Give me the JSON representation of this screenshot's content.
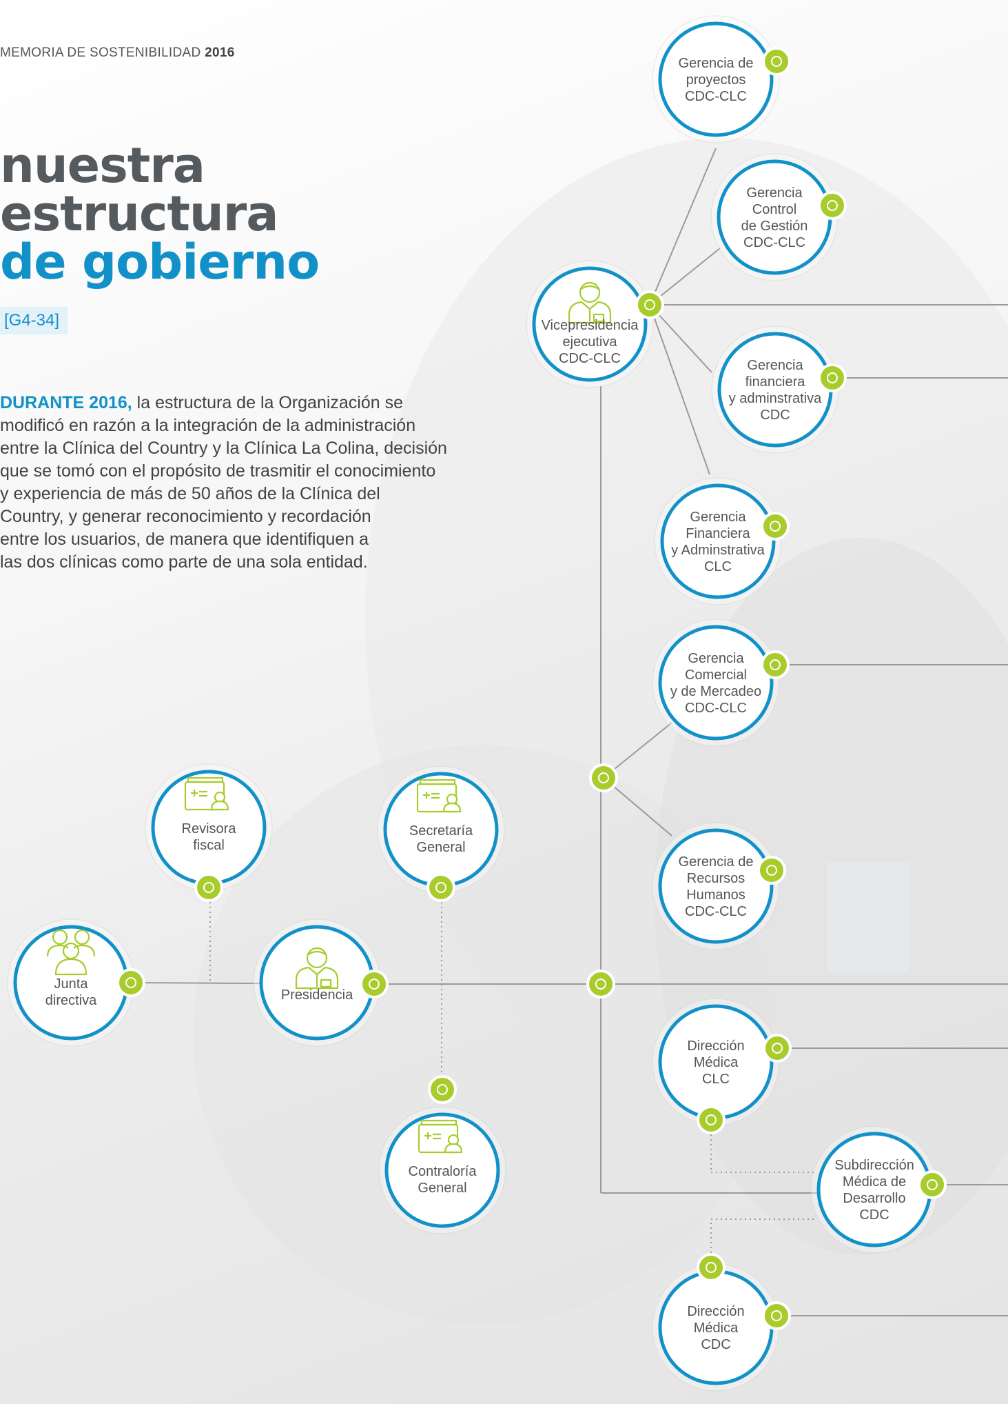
{
  "header": {
    "prefix": "MEMORIA DE SOSTENIBILIDAD",
    "year": "2016"
  },
  "title": {
    "line1": "nuestra",
    "line2": "estructura",
    "line3": "de gobierno"
  },
  "tag": "[G4-34]",
  "intro": {
    "lead": "DURANTE 2016,",
    "lines": [
      " la estructura de la Organización se",
      "modificó en razón a la integración de la administración",
      "entre la Clínica del Country y la Clínica La Colina, decisión",
      "que se tomó con el propósito de trasmitir el conocimiento",
      "y experiencia de más de 50 años de la Clínica del",
      "Country, y generar reconocimiento y recordación",
      "entre los usuarios, de manera que identifiquen a",
      "las dos clínicas como parte de una sola entidad."
    ]
  },
  "colors": {
    "blue": "#1291c9",
    "green": "#a7cc2c",
    "line": "#9a9a9a",
    "text": "#555555"
  },
  "nodes": [
    {
      "id": "gerencia-proyectos",
      "lines": [
        "Gerencia de",
        "proyectos",
        "CDC-CLC"
      ],
      "icon": ""
    },
    {
      "id": "gerencia-control-gestion",
      "lines": [
        "Gerencia",
        "Control",
        "de Gestión",
        "CDC-CLC"
      ],
      "icon": ""
    },
    {
      "id": "vicepresidencia",
      "lines": [
        "Vicepresidencia",
        "ejecutiva",
        "CDC-CLC"
      ],
      "icon": "executive-person-icon"
    },
    {
      "id": "gerencia-financiera-cdc",
      "lines": [
        "Gerencia",
        "financiera",
        "y adminstrativa",
        "CDC"
      ],
      "icon": ""
    },
    {
      "id": "gerencia-financiera-clc",
      "lines": [
        "Gerencia",
        "Financiera",
        "y Adminstrativa",
        "CLC"
      ],
      "icon": ""
    },
    {
      "id": "gerencia-comercial",
      "lines": [
        "Gerencia",
        "Comercial",
        "y de Mercadeo",
        "CDC-CLC"
      ],
      "icon": ""
    },
    {
      "id": "revisora-fiscal",
      "lines": [
        "Revisora",
        "fiscal"
      ],
      "icon": "documents-person-icon"
    },
    {
      "id": "secretaria-general",
      "lines": [
        "Secretaría",
        "General"
      ],
      "icon": "documents-person-icon"
    },
    {
      "id": "gerencia-rrhh",
      "lines": [
        "Gerencia de",
        "Recursos",
        "Humanos",
        "CDC-CLC"
      ],
      "icon": ""
    },
    {
      "id": "junta-directiva",
      "lines": [
        "Junta",
        "directiva"
      ],
      "icon": "group-icon"
    },
    {
      "id": "presidencia",
      "lines": [
        "Presidencia"
      ],
      "icon": "executive-person-icon"
    },
    {
      "id": "direccion-medica-clc",
      "lines": [
        "Dirección",
        "Médica",
        "CLC"
      ],
      "icon": ""
    },
    {
      "id": "contraloria-general",
      "lines": [
        "Contraloría",
        "General"
      ],
      "icon": "documents-person-icon"
    },
    {
      "id": "subdireccion-medica",
      "lines": [
        "Subdirección",
        "Médica de",
        "Desarrollo",
        "CDC"
      ],
      "icon": ""
    },
    {
      "id": "direccion-medica-cdc",
      "lines": [
        "Dirección",
        "Médica",
        "CDC"
      ],
      "icon": ""
    }
  ]
}
